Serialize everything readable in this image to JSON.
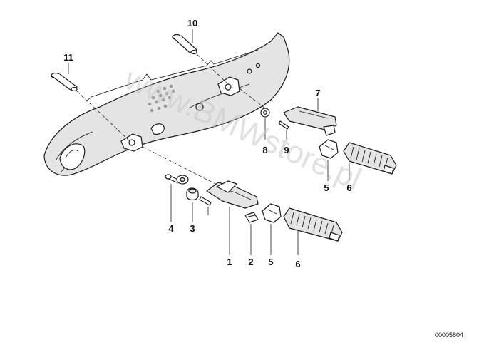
{
  "diagram": {
    "callouts": [
      {
        "id": "callout-10",
        "label": "10"
      },
      {
        "id": "callout-11",
        "label": "11"
      },
      {
        "id": "callout-7",
        "label": "7"
      },
      {
        "id": "callout-8",
        "label": "8"
      },
      {
        "id": "callout-9",
        "label": "9"
      },
      {
        "id": "callout-5a",
        "label": "5"
      },
      {
        "id": "callout-6a",
        "label": "6"
      },
      {
        "id": "callout-4",
        "label": "4"
      },
      {
        "id": "callout-3",
        "label": "3"
      },
      {
        "id": "callout-1",
        "label": "1"
      },
      {
        "id": "callout-2",
        "label": "2"
      },
      {
        "id": "callout-5b",
        "label": "5"
      },
      {
        "id": "callout-6b",
        "label": "6"
      }
    ],
    "watermark": "www.BMWstore.pl",
    "document_number": "00005804"
  }
}
